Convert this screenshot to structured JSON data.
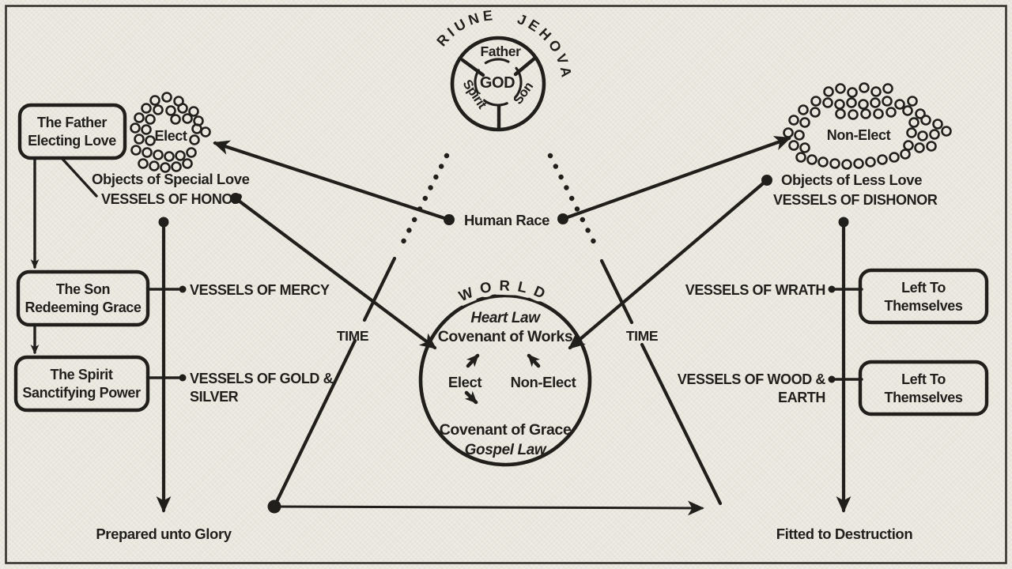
{
  "colors": {
    "ink": "#211f1c",
    "paper": "#eae8de"
  },
  "trinity": {
    "arc": "TRIUNE JEHOVAH",
    "father": "Father",
    "spirit": "Spirit",
    "son": "Son",
    "god": "GOD"
  },
  "left": {
    "father_box": {
      "line1": "The Father",
      "line2": "Electing Love"
    },
    "cluster_label": "Elect",
    "objects": "Objects of Special Love",
    "vessels": "VESSELS OF HONOR",
    "son_box": {
      "line1": "The Son",
      "line2": "Redeeming Grace"
    },
    "spirit_box": {
      "line1": "The Spirit",
      "line2": "Sanctifying Power"
    },
    "row_mercy": "VESSELS OF MERCY",
    "row_gold_1": "VESSELS OF GOLD &",
    "row_gold_2": "SILVER",
    "outcome": "Prepared unto Glory"
  },
  "middle": {
    "human_race": "Human Race",
    "time_left": "TIME",
    "time_right": "TIME",
    "world": {
      "arc": "WORLD",
      "heart_law": "Heart Law",
      "covenant_works": "Covenant of Works",
      "elect": "Elect",
      "non_elect": "Non-Elect",
      "covenant_grace": "Covenant of Grace",
      "gospel_law": "Gospel Law"
    }
  },
  "right": {
    "cluster_label": "Non-Elect",
    "objects": "Objects of Less Love",
    "vessels": "VESSELS OF DISHONOR",
    "row_wrath": "VESSELS OF WRATH",
    "row_wood_1": "VESSELS OF WOOD &",
    "row_wood_2": "EARTH",
    "box1": {
      "line1": "Left To",
      "line2": "Themselves"
    },
    "box2": {
      "line1": "Left To",
      "line2": "Themselves"
    },
    "outcome": "Fitted to Destruction"
  }
}
